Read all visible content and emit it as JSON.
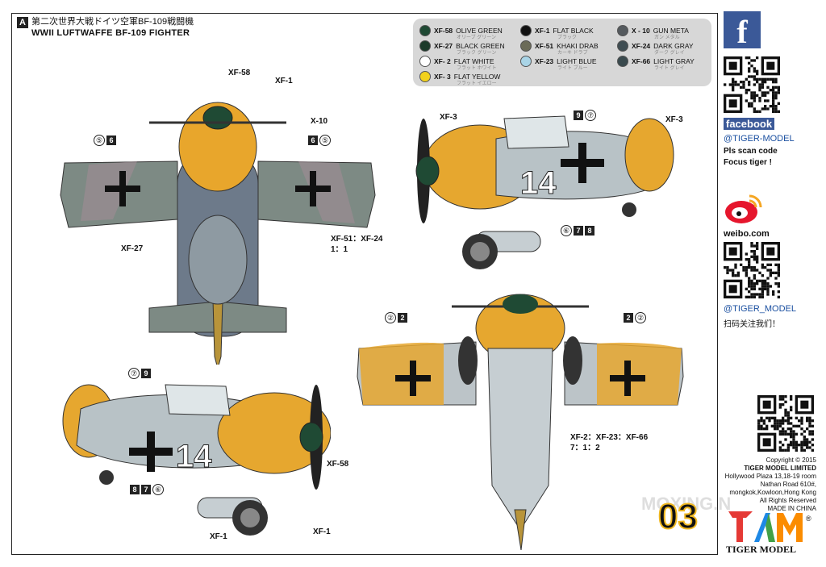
{
  "header": {
    "badge": "A",
    "title_jp": "第二次世界大戦ドイツ空軍BF-109戦闘機",
    "title_en": "WWII LUFTWAFFE  BF-109 FIGHTER"
  },
  "legend": [
    {
      "code": "XF-58",
      "name": "OLIVE GREEN",
      "sub": "オリーブ グリーン",
      "color": "#1f4a34"
    },
    {
      "code": "XF-1",
      "name": "FLAT BLACK",
      "sub": "ブラック",
      "color": "#111111"
    },
    {
      "code": "X - 10",
      "name": "GUN META",
      "sub": "ガン メタル",
      "color": "#555a5e"
    },
    {
      "code": "XF-27",
      "name": "BLACK GREEN",
      "sub": "ブラック グリーン",
      "color": "#1c3a2a"
    },
    {
      "code": "XF-51",
      "name": "KHAKI DRAB",
      "sub": "カーキ ドラブ",
      "color": "#6b6b58"
    },
    {
      "code": "XF-24",
      "name": "DARK GRAY",
      "sub": "ダーク グレイ",
      "color": "#3f4d52"
    },
    {
      "code": "XF- 2",
      "name": "FLAT WHITE",
      "sub": "フラット ホワイト",
      "color": "#ffffff"
    },
    {
      "code": "XF-23",
      "name": "LIGHT BLUE",
      "sub": "ライト ブルー",
      "color": "#a9d4e6"
    },
    {
      "code": "XF-66",
      "name": "LIGHT GRAY",
      "sub": "ライト グレイ",
      "color": "#3a4a4e"
    },
    {
      "code": "XF- 3",
      "name": "FLAT YELLOW",
      "sub": "フラット イエロー",
      "color": "#f2d11c"
    }
  ],
  "labels": {
    "top_xf58": "XF-58",
    "top_xf1": "XF-1",
    "top_x10": "X-10",
    "top_xf27": "XF-27",
    "top_xf51": "XF-51：XF-24",
    "top_ratio": "1：1",
    "side1_xf3a": "XF-3",
    "side1_xf3b": "XF-3",
    "bot_xf": "XF-2：XF-23：XF-66",
    "bot_ratio": "7：1：2",
    "side2_xf58": "XF-58",
    "side2_xf1a": "XF-1",
    "side2_xf1b": "XF-1"
  },
  "marks": {
    "m1": [
      "⑤",
      "6"
    ],
    "m2": [
      "6",
      "⑤"
    ],
    "m3": [
      "9",
      "⑦"
    ],
    "m4": [
      "⑥",
      "7",
      "8"
    ],
    "m5": [
      "②",
      "2"
    ],
    "m6": [
      "2",
      "②"
    ],
    "m7": [
      "⑦",
      "9"
    ],
    "m8": [
      "8",
      "7",
      "⑥"
    ]
  },
  "fuselage_number": "14",
  "sidebar": {
    "facebook_label": "facebook",
    "handle1": "@TIGER-MODEL",
    "note1": "Pls scan code",
    "note2": "Focus tiger !",
    "weibo_label": "weibo.com",
    "handle2": "@TIGER_MODEL",
    "note3": "扫码关注我们！"
  },
  "copyright": {
    "l1": "Copyright © 2015",
    "l2": "TIGER MODEL LIMITED",
    "l3": "Hollywood Plaza 13,18-19 room",
    "l4": "Nathan Road 610#,",
    "l5": "mongkok,Kowloon,Hong Kong",
    "l6": "All Rights Reserved",
    "l7": "MADE IN CHINA"
  },
  "page_number": "03",
  "brand": "TIGER MODEL",
  "watermark": "MOXING.N"
}
